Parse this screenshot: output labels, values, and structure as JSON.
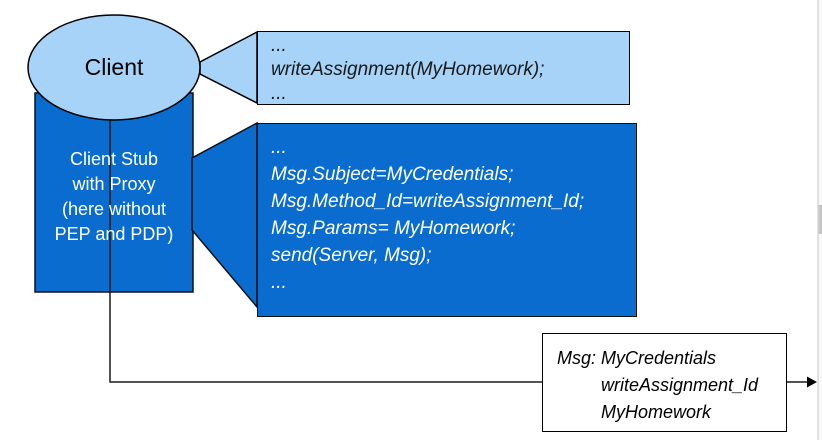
{
  "diagram": {
    "client": {
      "label": "Client"
    },
    "stub": {
      "lines": [
        "Client Stub",
        "with Proxy",
        "(here without",
        "PEP and PDP)"
      ]
    },
    "client_code_callout": {
      "lines": [
        "...",
        "writeAssignment(MyHomework);",
        "..."
      ]
    },
    "stub_code_callout": {
      "lines": [
        "...",
        "Msg.Subject=MyCredentials;",
        "Msg.Method_Id=writeAssignment_Id;",
        "Msg.Params= MyHomework;",
        "send(Server, Msg);",
        "..."
      ]
    },
    "message_box": {
      "label": "Msg:",
      "values": [
        "MyCredentials",
        "writeAssignment_Id",
        "MyHomework"
      ]
    },
    "colors": {
      "light_blue": "#a6d3f7",
      "dark_blue": "#0a6cce",
      "outline": "#000000"
    }
  }
}
